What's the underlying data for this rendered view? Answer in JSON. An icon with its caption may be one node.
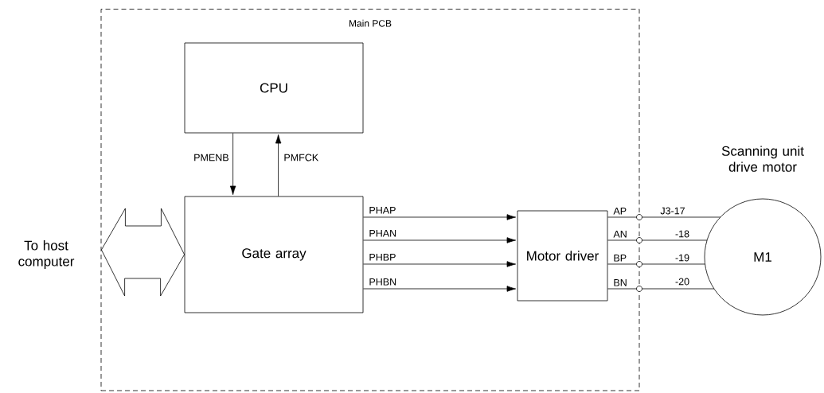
{
  "diagram": {
    "nodes": [
      {
        "text": [
          "Main PCB"
        ]
      },
      {
        "text": [
          "CPU"
        ],
        "in": 0
      },
      {
        "text": [
          "Gate array"
        ],
        "in": 0
      },
      {
        "text": [
          "Motor driver"
        ],
        "in": 0
      },
      {
        "text": [
          "M1"
        ],
        "beside": [
          "Scanning unit drive motor"
        ]
      },
      {
        "text": [
          "To host computer"
        ]
      }
    ],
    "edges": [
      {
        "from": 1,
        "to": 2,
        "arrow": "to",
        "label": "PMENB"
      },
      {
        "from": 2,
        "to": 1,
        "arrow": "to",
        "label": "PMFCK"
      },
      {
        "from": 2,
        "to": 3,
        "arrow": "to",
        "label": "PHAP"
      },
      {
        "from": 2,
        "to": 3,
        "arrow": "to",
        "label": "PHAN"
      },
      {
        "from": 2,
        "to": 3,
        "arrow": "to",
        "label": "PHBP"
      },
      {
        "from": 2,
        "to": 3,
        "arrow": "to",
        "label": "PHBN"
      },
      {
        "from": 3,
        "to": 4,
        "arrow": "none",
        "label": "AP"
      },
      {
        "from": 3,
        "to": 4,
        "arrow": "none",
        "label": "AN"
      },
      {
        "from": 3,
        "to": 4,
        "arrow": "none",
        "label": "BP"
      },
      {
        "from": 3,
        "to": 4,
        "arrow": "none",
        "label": "BN"
      },
      {
        "from": 5,
        "to": 2,
        "arrow": "both",
        "style": "thick"
      }
    ],
    "labels": [
      "J3-17",
      "-18",
      "-19",
      "-20"
    ]
  }
}
